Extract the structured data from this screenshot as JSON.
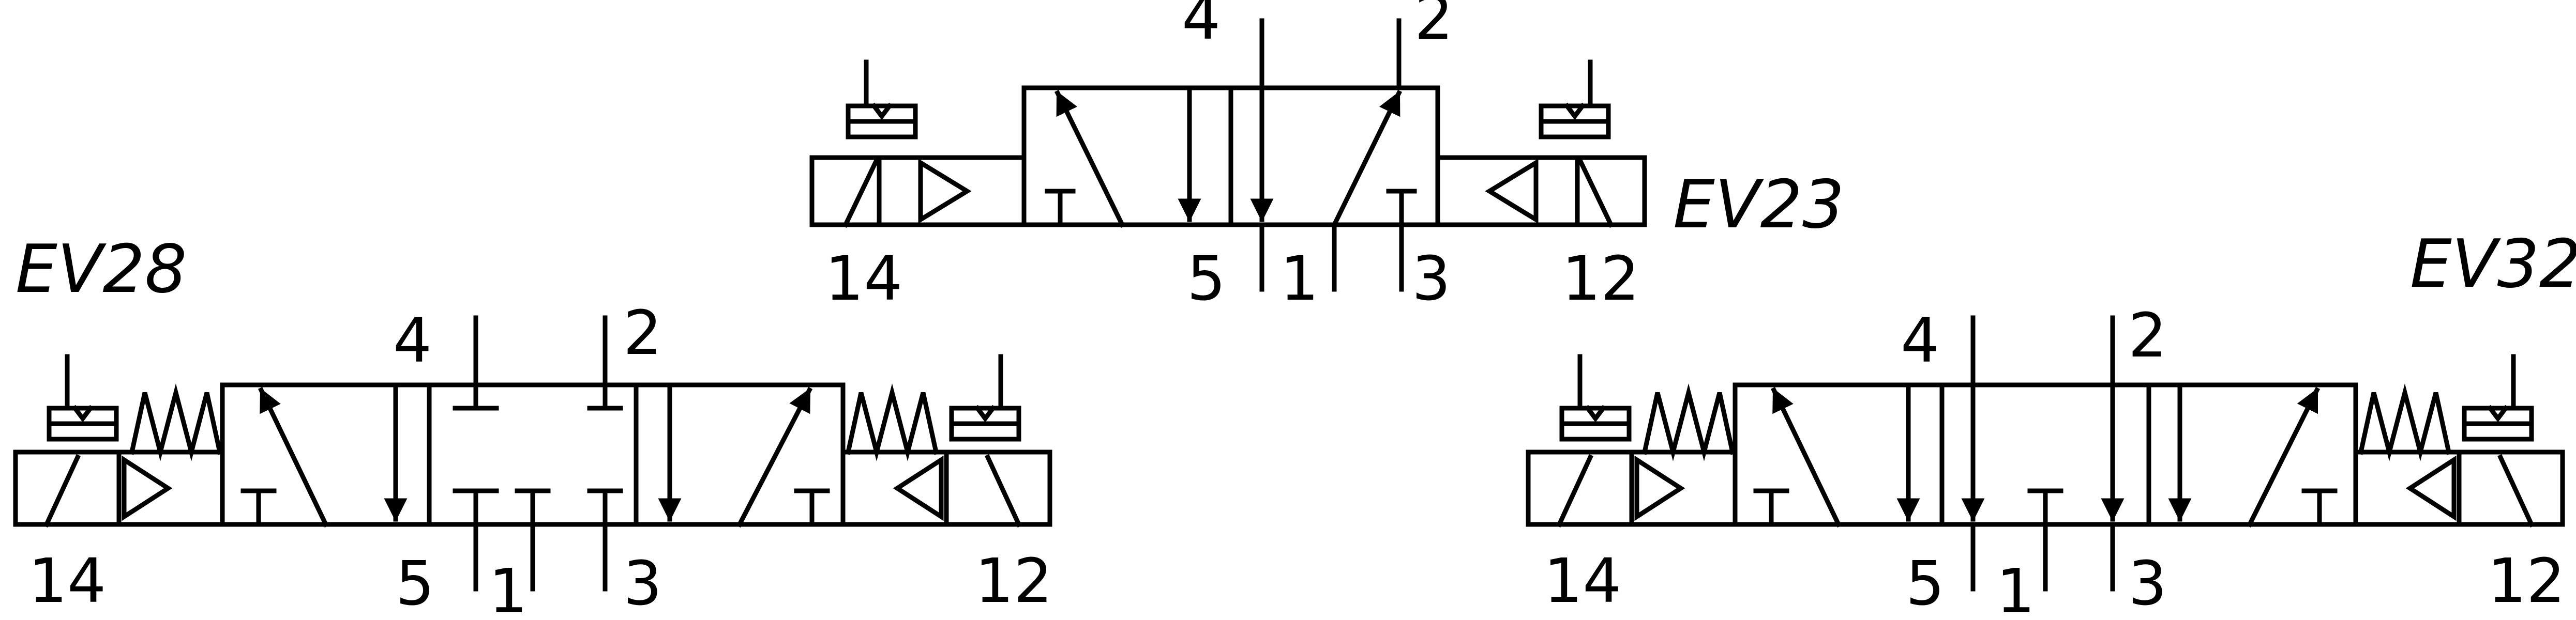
{
  "valves": [
    {
      "id": "EV23",
      "title": "EV23",
      "ports": {
        "p4": "4",
        "p2": "2",
        "p14": "14",
        "p5": "5",
        "p1": "1",
        "p3": "3",
        "p12": "12"
      },
      "spring_return": false,
      "center_position": false
    },
    {
      "id": "EV28",
      "title": "EV28",
      "ports": {
        "p4": "4",
        "p2": "2",
        "p14": "14",
        "p5": "5",
        "p1": "1",
        "p3": "3",
        "p12": "12"
      },
      "spring_return": true,
      "center_position": "closed"
    },
    {
      "id": "EV32",
      "title": "EV32",
      "ports": {
        "p4": "4",
        "p2": "2",
        "p14": "14",
        "p5": "5",
        "p1": "1",
        "p3": "3",
        "p12": "12"
      },
      "spring_return": true,
      "center_position": "exhaust-to-ports"
    }
  ]
}
